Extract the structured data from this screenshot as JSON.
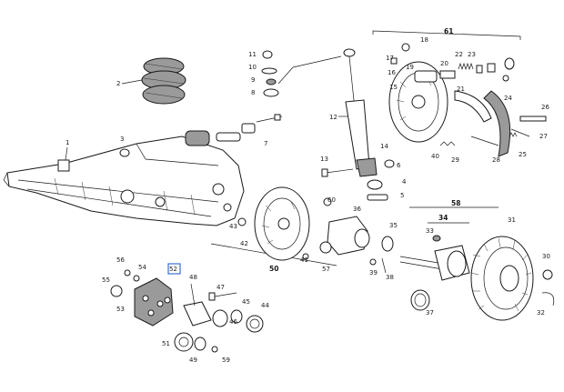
{
  "labels": {
    "l1": "1",
    "l2": "2",
    "l3": "3",
    "l4": "4",
    "l5": "5",
    "l6": "6",
    "l7": "7",
    "l8": "8",
    "l9": "9",
    "l10": "10",
    "l11": "11",
    "l12": "12",
    "l13": "13",
    "l14": "14",
    "l15": "15",
    "l16": "16",
    "l17": "17",
    "l18": "18",
    "l19": "19",
    "l20": "20",
    "l21": "21",
    "l22": "22",
    "l23": "23",
    "l24": "24",
    "l25": "25",
    "l26": "26",
    "l27": "27",
    "l28": "28",
    "l29": "29",
    "l30": "30",
    "l31": "31",
    "l32": "32",
    "l33": "33",
    "l34": "34",
    "l35": "35",
    "l36": "36",
    "l37": "37",
    "l38": "38",
    "l39": "39",
    "l40": "40",
    "l41": "41",
    "l42": "42",
    "l43": "43",
    "l44": "44",
    "l45": "45",
    "l46": "46",
    "l47": "47",
    "l48": "48",
    "l49": "49",
    "l50": "50",
    "l51": "51",
    "l52": "52",
    "l53": "53",
    "l54": "54",
    "l55": "55",
    "l56": "56",
    "l57": "57",
    "l58": "58",
    "l59": "59",
    "l60": "60",
    "l61": "61"
  },
  "highlight_color": "#3b6fd6"
}
